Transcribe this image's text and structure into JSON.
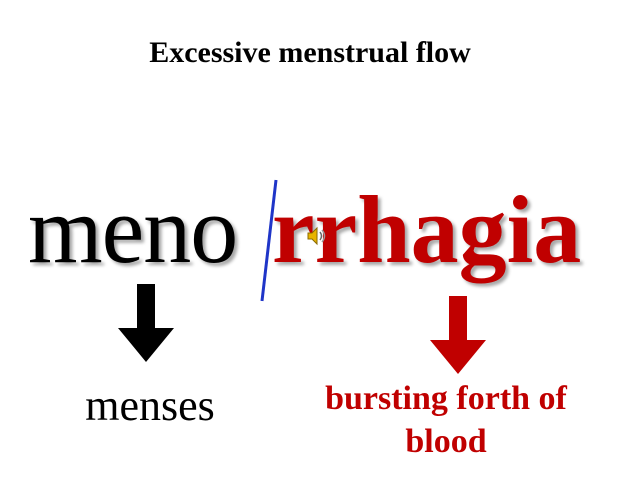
{
  "title": "Excessive menstrual flow",
  "term": {
    "prefix": "meno",
    "suffix": "rrhagia"
  },
  "meanings": {
    "prefix": "menses",
    "suffix": "bursting forth of blood"
  },
  "colors": {
    "accent": "#c00000",
    "divider": "#1f35c8",
    "text": "#000000"
  },
  "icons": {
    "speaker": "speaker-icon",
    "arrow": "down-arrow-icon"
  }
}
